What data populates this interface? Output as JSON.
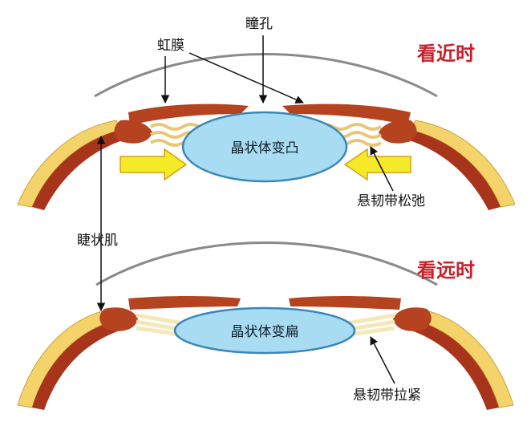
{
  "labels": {
    "iris": "虹膜",
    "pupil": "瞳孔",
    "near_title": "看近时",
    "far_title": "看远时",
    "ciliary_muscle": "睫状肌",
    "lens_near": "晶状体变凸",
    "lens_far": "晶状体变扁",
    "zonule_relaxed": "悬韧带松弛",
    "zonule_tight": "悬韧带拉紧"
  },
  "colors": {
    "title_red": "#c8202a",
    "lens_fill": "#a8dcf2",
    "lens_stroke": "#3a87b8",
    "sclera_yellow": "#f3d36a",
    "choroid_red": "#a8341b",
    "iris_red": "#b5431f",
    "zonule_cream": "#f5e8b8",
    "arrow_yellow": "#f4ea28"
  }
}
